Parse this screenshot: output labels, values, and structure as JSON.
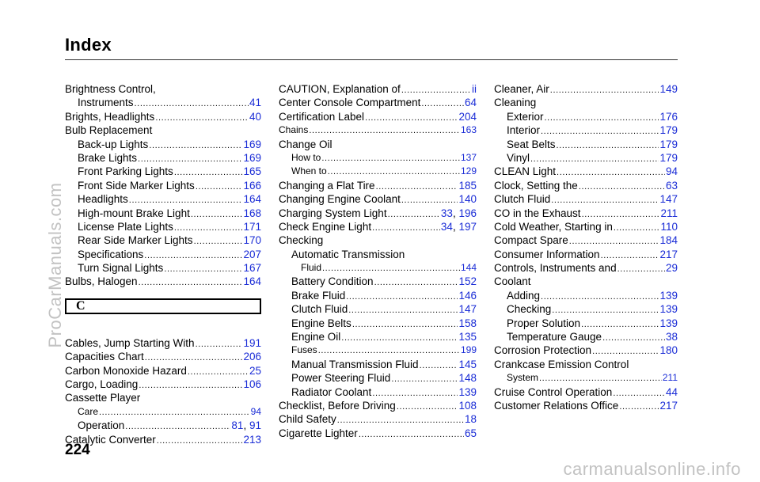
{
  "page": {
    "title": "Index",
    "page_number": "224",
    "letter_heading": "C",
    "watermark_vertical": "ProCarManuals.com",
    "watermark_horizontal": "carmanualsonline.info"
  },
  "colors": {
    "page_link": "#1a2cd6",
    "text": "#000000"
  },
  "col1": [
    {
      "label": "Brightness Control,",
      "indent": 0,
      "pages": []
    },
    {
      "label": "Instruments",
      "indent": 1,
      "pages": [
        "41"
      ]
    },
    {
      "label": "Brights, Headlights",
      "indent": 0,
      "pages": [
        "40"
      ]
    },
    {
      "label": "Bulb Replacement",
      "indent": 0,
      "pages": []
    },
    {
      "label": "Back-up Lights",
      "indent": 1,
      "pages": [
        "169"
      ]
    },
    {
      "label": "Brake Lights",
      "indent": 1,
      "pages": [
        "169"
      ]
    },
    {
      "label": "Front Parking Lights",
      "indent": 1,
      "pages": [
        "165"
      ]
    },
    {
      "label": "Front Side Marker Lights",
      "indent": 1,
      "pages": [
        "166"
      ]
    },
    {
      "label": "Headlights",
      "indent": 1,
      "pages": [
        "164"
      ]
    },
    {
      "label": "High-mount Brake Light",
      "indent": 1,
      "pages": [
        "168"
      ]
    },
    {
      "label": "License Plate Lights",
      "indent": 1,
      "pages": [
        "171"
      ]
    },
    {
      "label": "Rear Side Marker Lights",
      "indent": 1,
      "pages": [
        "170"
      ]
    },
    {
      "label": "Specifications",
      "indent": 1,
      "pages": [
        "207"
      ]
    },
    {
      "label": "Turn Signal Lights",
      "indent": 1,
      "pages": [
        "167"
      ]
    },
    {
      "label": "Bulbs, Halogen",
      "indent": 0,
      "pages": [
        "164"
      ]
    }
  ],
  "col1b": [
    {
      "label": "Cables, Jump Starting With",
      "indent": 0,
      "pages": [
        "191"
      ]
    },
    {
      "label": "Capacities Chart",
      "indent": 0,
      "pages": [
        "206"
      ]
    },
    {
      "label": "Carbon Monoxide Hazard",
      "indent": 0,
      "pages": [
        "25"
      ]
    },
    {
      "label": "Cargo, Loading",
      "indent": 0,
      "pages": [
        "106"
      ]
    },
    {
      "label": "Cassette Player",
      "indent": 0,
      "pages": []
    },
    {
      "label": "Care",
      "indent": 1,
      "pages": [
        "94"
      ],
      "small": true
    },
    {
      "label": "Operation",
      "indent": 1,
      "pages": [
        "81",
        "91"
      ]
    },
    {
      "label": "Catalytic Converter",
      "indent": 0,
      "pages": [
        "213"
      ]
    }
  ],
  "col2": [
    {
      "label": "CAUTION, Explanation of",
      "indent": 0,
      "pages": [
        "ii"
      ]
    },
    {
      "label": "Center Console Compartment",
      "indent": 0,
      "pages": [
        "64"
      ]
    },
    {
      "label": "Certification Label",
      "indent": 0,
      "pages": [
        "204"
      ]
    },
    {
      "label": "Chains",
      "indent": 0,
      "pages": [
        "163"
      ],
      "small": true
    },
    {
      "label": "Change Oil",
      "indent": 0,
      "pages": []
    },
    {
      "label": "How to",
      "indent": 1,
      "pages": [
        "137"
      ],
      "small": true
    },
    {
      "label": "When to",
      "indent": 1,
      "pages": [
        "129"
      ],
      "small": true
    },
    {
      "label": "Changing a Flat Tire",
      "indent": 0,
      "pages": [
        "185"
      ]
    },
    {
      "label": "Changing Engine Coolant",
      "indent": 0,
      "pages": [
        "140"
      ]
    },
    {
      "label": "Charging System Light",
      "indent": 0,
      "pages": [
        "33",
        "196"
      ]
    },
    {
      "label": "Check Engine Light",
      "indent": 0,
      "pages": [
        "34",
        "197"
      ]
    },
    {
      "label": "Checking",
      "indent": 0,
      "pages": []
    },
    {
      "label": "Automatic Transmission",
      "indent": 1,
      "pages": []
    },
    {
      "label": "Fluid",
      "indent": 2,
      "pages": [
        "144"
      ],
      "small": true
    },
    {
      "label": "Battery Condition",
      "indent": 1,
      "pages": [
        "152"
      ]
    },
    {
      "label": "Brake Fluid",
      "indent": 1,
      "pages": [
        "146"
      ]
    },
    {
      "label": "Clutch Fluid",
      "indent": 1,
      "pages": [
        "147"
      ]
    },
    {
      "label": "Engine Belts",
      "indent": 1,
      "pages": [
        "158"
      ]
    },
    {
      "label": "Engine Oil",
      "indent": 1,
      "pages": [
        "135"
      ]
    },
    {
      "label": "Fuses",
      "indent": 1,
      "pages": [
        "199"
      ],
      "small": true
    },
    {
      "label": "Manual Transmission Fluid",
      "indent": 1,
      "pages": [
        "145"
      ]
    },
    {
      "label": "Power Steering Fluid",
      "indent": 1,
      "pages": [
        "148"
      ]
    },
    {
      "label": "Radiator Coolant",
      "indent": 1,
      "pages": [
        "139"
      ]
    },
    {
      "label": "Checklist, Before Driving",
      "indent": 0,
      "pages": [
        "108"
      ]
    },
    {
      "label": "Child Safety",
      "indent": 0,
      "pages": [
        "18"
      ]
    },
    {
      "label": "Cigarette Lighter",
      "indent": 0,
      "pages": [
        "65"
      ]
    }
  ],
  "col3": [
    {
      "label": "Cleaner, Air",
      "indent": 0,
      "pages": [
        "149"
      ]
    },
    {
      "label": "Cleaning",
      "indent": 0,
      "pages": []
    },
    {
      "label": "Exterior",
      "indent": 1,
      "pages": [
        "176"
      ]
    },
    {
      "label": "Interior",
      "indent": 1,
      "pages": [
        "179"
      ]
    },
    {
      "label": "Seat Belts",
      "indent": 1,
      "pages": [
        "179"
      ]
    },
    {
      "label": "Vinyl",
      "indent": 1,
      "pages": [
        "179"
      ]
    },
    {
      "label": "CLEAN Light",
      "indent": 0,
      "pages": [
        "94"
      ]
    },
    {
      "label": "Clock, Setting the",
      "indent": 0,
      "pages": [
        "63"
      ]
    },
    {
      "label": "Clutch Fluid",
      "indent": 0,
      "pages": [
        "147"
      ]
    },
    {
      "label": "CO in the Exhaust",
      "indent": 0,
      "pages": [
        "211"
      ]
    },
    {
      "label": "Cold Weather, Starting in",
      "indent": 0,
      "pages": [
        "110"
      ]
    },
    {
      "label": "Compact Spare",
      "indent": 0,
      "pages": [
        "184"
      ]
    },
    {
      "label": "Consumer Information",
      "indent": 0,
      "pages": [
        "217"
      ]
    },
    {
      "label": "Controls, Instruments and",
      "indent": 0,
      "pages": [
        "29"
      ]
    },
    {
      "label": "Coolant",
      "indent": 0,
      "pages": []
    },
    {
      "label": "Adding",
      "indent": 1,
      "pages": [
        "139"
      ]
    },
    {
      "label": "Checking",
      "indent": 1,
      "pages": [
        "139"
      ]
    },
    {
      "label": "Proper Solution",
      "indent": 1,
      "pages": [
        "139"
      ]
    },
    {
      "label": "Temperature Gauge",
      "indent": 1,
      "pages": [
        "38"
      ]
    },
    {
      "label": "Corrosion Protection",
      "indent": 0,
      "pages": [
        "180"
      ]
    },
    {
      "label": "Crankcase Emission Control",
      "indent": 0,
      "pages": []
    },
    {
      "label": "System",
      "indent": 1,
      "pages": [
        "211"
      ],
      "small": true
    },
    {
      "label": "Cruise Control Operation",
      "indent": 0,
      "pages": [
        "44"
      ]
    },
    {
      "label": "Customer Relations Office",
      "indent": 0,
      "pages": [
        "217"
      ]
    }
  ]
}
